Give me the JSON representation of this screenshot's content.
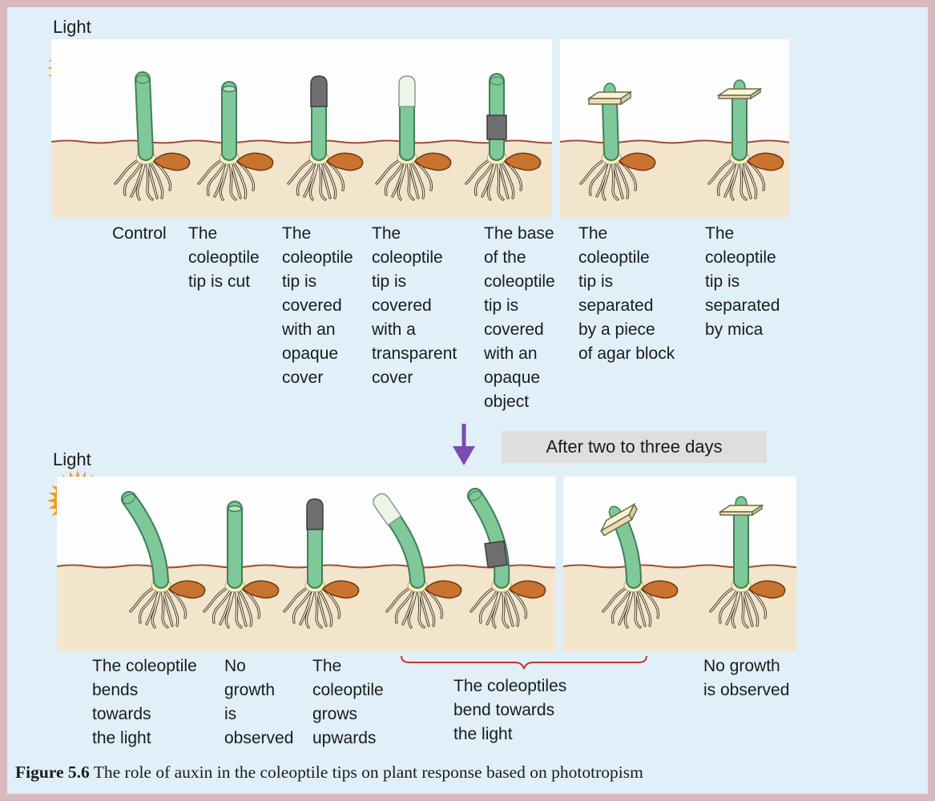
{
  "colors": {
    "page_border": "#d9b9bd",
    "background": "#e1eff8",
    "soil": "#f3e4cc",
    "soil_line": "#9e4b3a",
    "stem": "#7fc89a",
    "stem_outline": "#3f7f56",
    "seed": "#c8732e",
    "opaque_cover": "#6f6f6f",
    "transparent_cover": "#ecf5e8",
    "agar_block": "#fbf4d3",
    "arrow": "#7a4bb0",
    "brace": "#c0392b"
  },
  "light_label": "Light",
  "top_labels": [
    "Control",
    "The\ncoleoptile\ntip is cut",
    "The\ncoleoptile\ntip is\ncovered\nwith an\nopaque\ncover",
    "The\ncoleoptile\ntip is\ncovered\nwith a\ntransparent\ncover",
    "The base\nof the\ncoleoptile\ntip is\ncovered\nwith an\nopaque\nobject",
    "The\ncoleoptile\ntip is\nseparated\nby a piece\nof agar block",
    "The\ncoleoptile\ntip is\nseparated\nby mica"
  ],
  "time_label": "After two to three days",
  "bottom_labels": [
    "The coleoptile\nbends\ntowards\nthe light",
    "No\ngrowth\nis\nobserved",
    "The\ncoleoptile\ngrows\nupwards",
    "The coleoptiles\nbend towards\nthe light",
    "No growth\nis observed"
  ],
  "caption": {
    "figure": "Figure 5.6",
    "text": " The role of auxin in the coleoptile tips on plant response based on phototropism"
  }
}
